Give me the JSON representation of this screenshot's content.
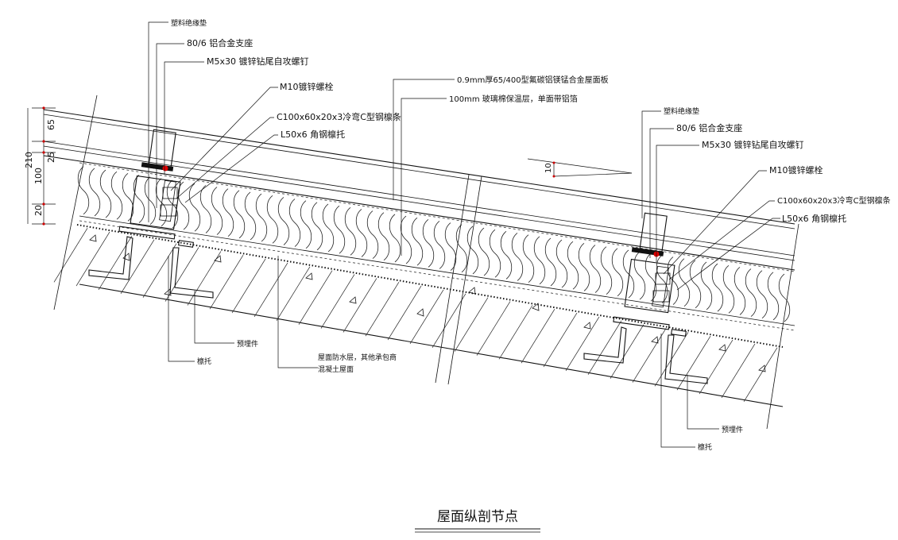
{
  "drawing": {
    "title": "屋面纵剖节点",
    "slope_label": "10",
    "dimensions": [
      "210",
      "65",
      "100",
      "25",
      "20"
    ],
    "left_labels": {
      "insulation_pad": "塑料绝缘垫",
      "support": "80/6 铝合金支座",
      "screw": "M5x30 镀锌钻尾自攻螺钉",
      "bolt": "M10镀锌螺栓",
      "purlin": "C100x60x20x3冷弯C型钢檩条",
      "angle": "L50x6 角钢檩托"
    },
    "top_labels": {
      "panel": "0.9mm厚65/400型氟碳铝镁锰合金屋面板",
      "glasswool": "100mm 玻璃棉保温层，单面带铝箔"
    },
    "bottom_labels": {
      "embedded": "预埋件",
      "purlin_support": "檩托",
      "waterproof_line1": "屋面防水层，其他承包商",
      "waterproof_line2": "混凝土屋面"
    },
    "right_labels": {
      "insulation_pad": "塑料绝缘垫",
      "support": "80/6 铝合金支座",
      "screw": "M5x30 镀锌钻尾自攻螺钉",
      "bolt": "M10镀锌螺栓",
      "purlin": "C100x60x20x3冷弯C型钢檩条",
      "angle": "L50x6 角钢檩托",
      "embedded": "预埋件",
      "purlin_support": "檩托"
    }
  }
}
